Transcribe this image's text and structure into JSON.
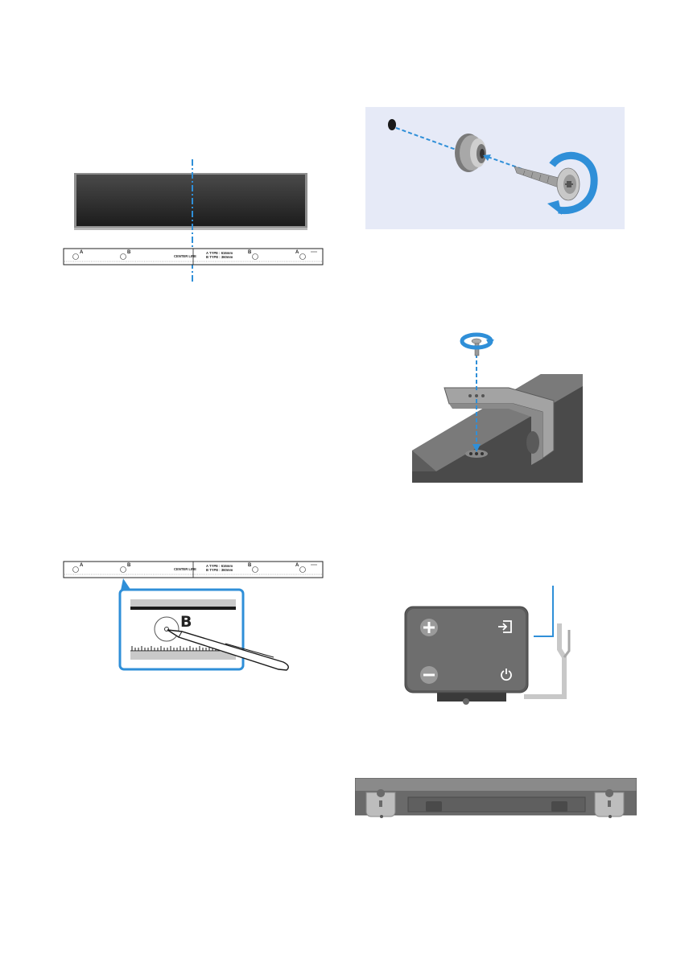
{
  "template": {
    "points": [
      {
        "id": "A-left",
        "letter": "A"
      },
      {
        "id": "B-left",
        "letter": "B"
      },
      {
        "id": "B-right",
        "letter": "B"
      },
      {
        "id": "A-right",
        "letter": "A"
      }
    ],
    "center_line": "CENTER LINE",
    "type_a": "A TYPE : 616mm",
    "type_b": "B TYPE : 360mm"
  },
  "zoom_label": "B",
  "colors": {
    "accent_blue": "#2f8fd8",
    "panel_bg": "#e6eaf7",
    "tv_dark": "#2b2b2b",
    "metal": "#9a9a9a"
  },
  "icons": {
    "volume_up": "plus-icon",
    "volume_down": "minus-icon",
    "source": "source-input-icon",
    "power": "power-icon"
  }
}
